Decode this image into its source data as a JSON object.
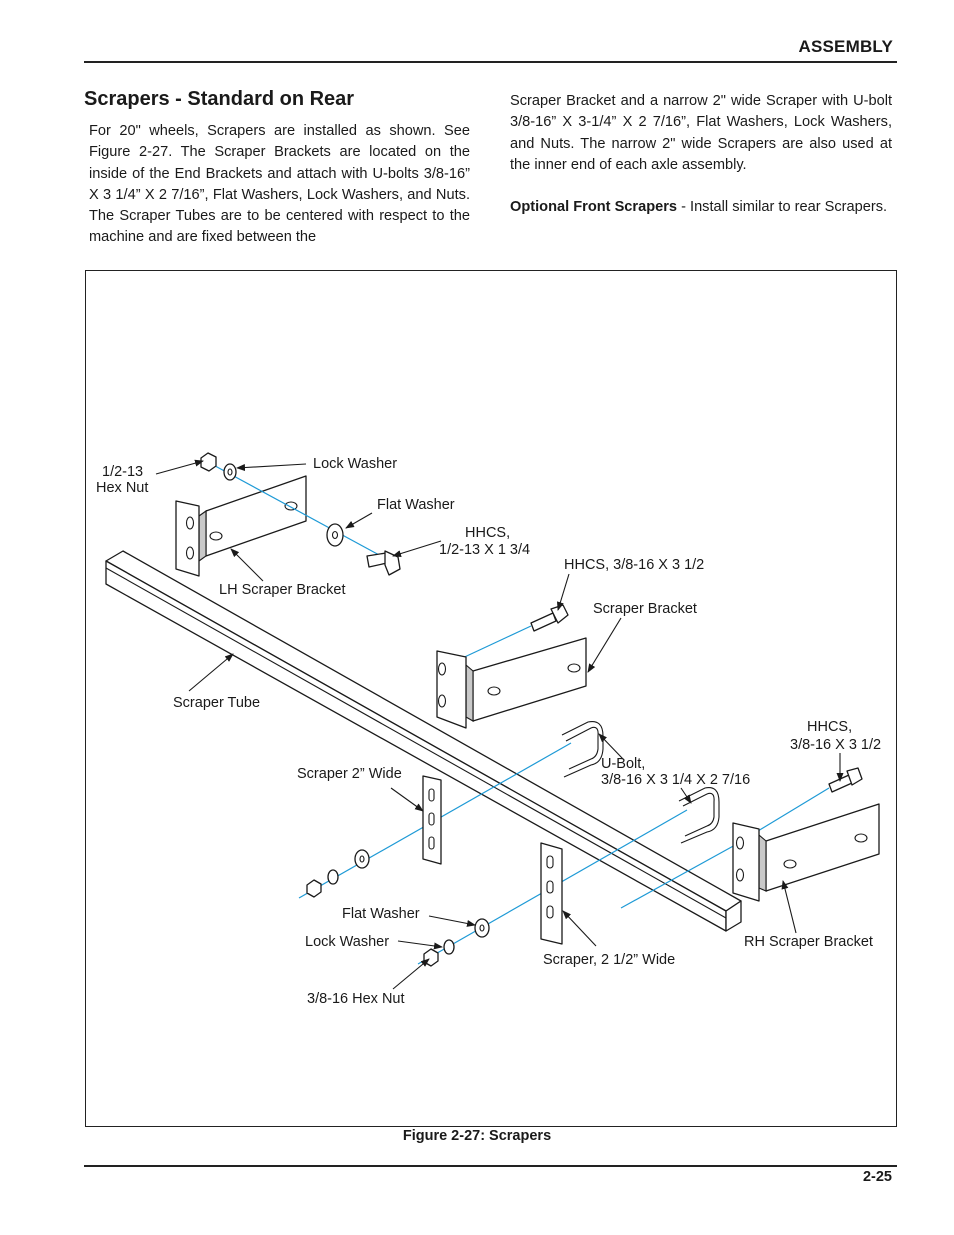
{
  "header": {
    "section_label": "ASSEMBLY"
  },
  "section": {
    "title": "Scrapers - Standard on Rear"
  },
  "body": {
    "left_paragraph": "For 20\" wheels, Scrapers are installed as shown. See Figure 2-27. The Scraper Brackets are located on the inside of the End Brackets and attach with U-bolts 3/8-16” X 3 1/4” X 2 7/16”, Flat Washers, Lock Washers, and Nuts. The Scraper Tubes are to be centered with respect to the machine and are fixed between the",
    "right_paragraph": "Scraper Bracket and a narrow 2\" wide Scraper with U-bolt 3/8-16” X 3-1/4” X 2 7/16”, Flat Washers, Lock Washers, and Nuts. The narrow 2\" wide Scrapers are also used at the inner end of each axle assembly.",
    "optional_label": "Optional Front Scrapers",
    "optional_text": " - Install similar to rear Scrapers."
  },
  "figure": {
    "caption": "Figure 2-27:  Scrapers",
    "labels": {
      "hex_nut_half_line1": "1/2-13",
      "hex_nut_half_line2": "Hex Nut",
      "lock_washer_top": "Lock Washer",
      "flat_washer_top": "Flat Washer",
      "hhcs_half_line1": "HHCS,",
      "hhcs_half_line2": "1/2-13 X 1 3/4",
      "lh_scraper_bracket": "LH Scraper Bracket",
      "hhcs_38_mid": "HHCS, 3/8-16 X 3 1/2",
      "scraper_bracket": "Scraper Bracket",
      "scraper_tube": "Scraper Tube",
      "hhcs_right_line1": "HHCS,",
      "hhcs_right_line2": "3/8-16 X 3 1/2",
      "ubolt_line1": "U-Bolt,",
      "ubolt_line2": "3/8-16 X 3 1/4 X 2 7/16",
      "scraper_2_wide": "Scraper 2” Wide",
      "flat_washer_bottom": "Flat Washer",
      "lock_washer_bottom": "Lock Washer",
      "rh_scraper_bracket": "RH Scraper Bracket",
      "scraper_2half_wide": "Scraper, 2 1/2” Wide",
      "hex_nut_38": "3/8-16 Hex Nut"
    }
  },
  "footer": {
    "page_number": "2-25"
  },
  "colors": {
    "centerline": "#1e9ad6",
    "ink": "#1a1a1a"
  }
}
